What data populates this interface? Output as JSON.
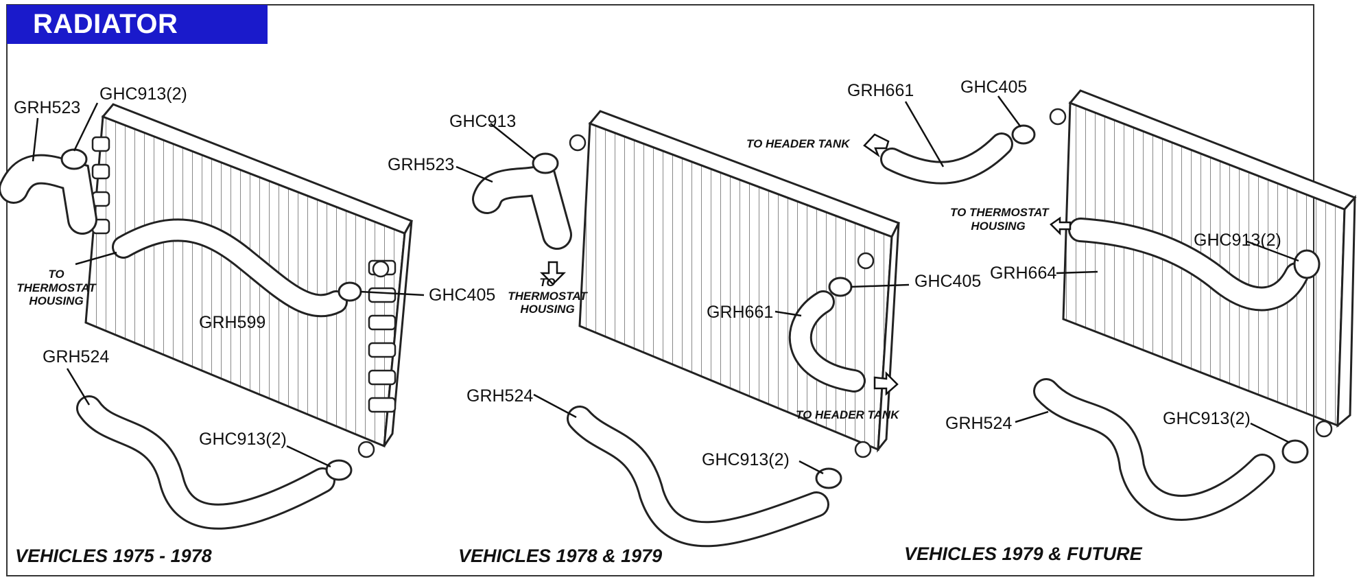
{
  "title": "RADIATOR HOSES",
  "panels": [
    {
      "caption": "VEHICLES 1975 - 1978",
      "labels": {
        "grh523": "GRH523",
        "ghc913_2_top": "GHC913(2)",
        "ghc405": "GHC405",
        "grh599": "GRH599",
        "grh524": "GRH524",
        "ghc913_2_bottom": "GHC913(2)"
      },
      "notes": {
        "to_thermostat": [
          "TO",
          "THERMOSTAT",
          "HOUSING"
        ]
      }
    },
    {
      "caption": "VEHICLES 1978 & 1979",
      "labels": {
        "ghc913": "GHC913",
        "grh523": "GRH523",
        "grh661_top": "GRH661",
        "ghc405_top": "GHC405",
        "ghc405": "GHC405",
        "grh661": "GRH661",
        "grh524": "GRH524",
        "ghc913_2": "GHC913(2)"
      },
      "notes": {
        "to_header_tank_top": "TO HEADER TANK",
        "to_thermostat": [
          "TO",
          "THERMOSTAT",
          "HOUSING"
        ],
        "to_header_tank_bottom": "TO HEADER TANK"
      }
    },
    {
      "caption": "VEHICLES 1979 & FUTURE",
      "labels": {
        "ghc913_2_top": "GHC913(2)",
        "grh664": "GRH664",
        "grh524": "GRH524",
        "ghc913_2_bottom": "GHC913(2)"
      },
      "notes": {
        "to_thermostat": [
          "TO THERMOSTAT",
          "HOUSING"
        ]
      }
    }
  ],
  "colors": {
    "title_bg": "#1a1acb",
    "title_text": "#ffffff",
    "ink": "#111111"
  }
}
